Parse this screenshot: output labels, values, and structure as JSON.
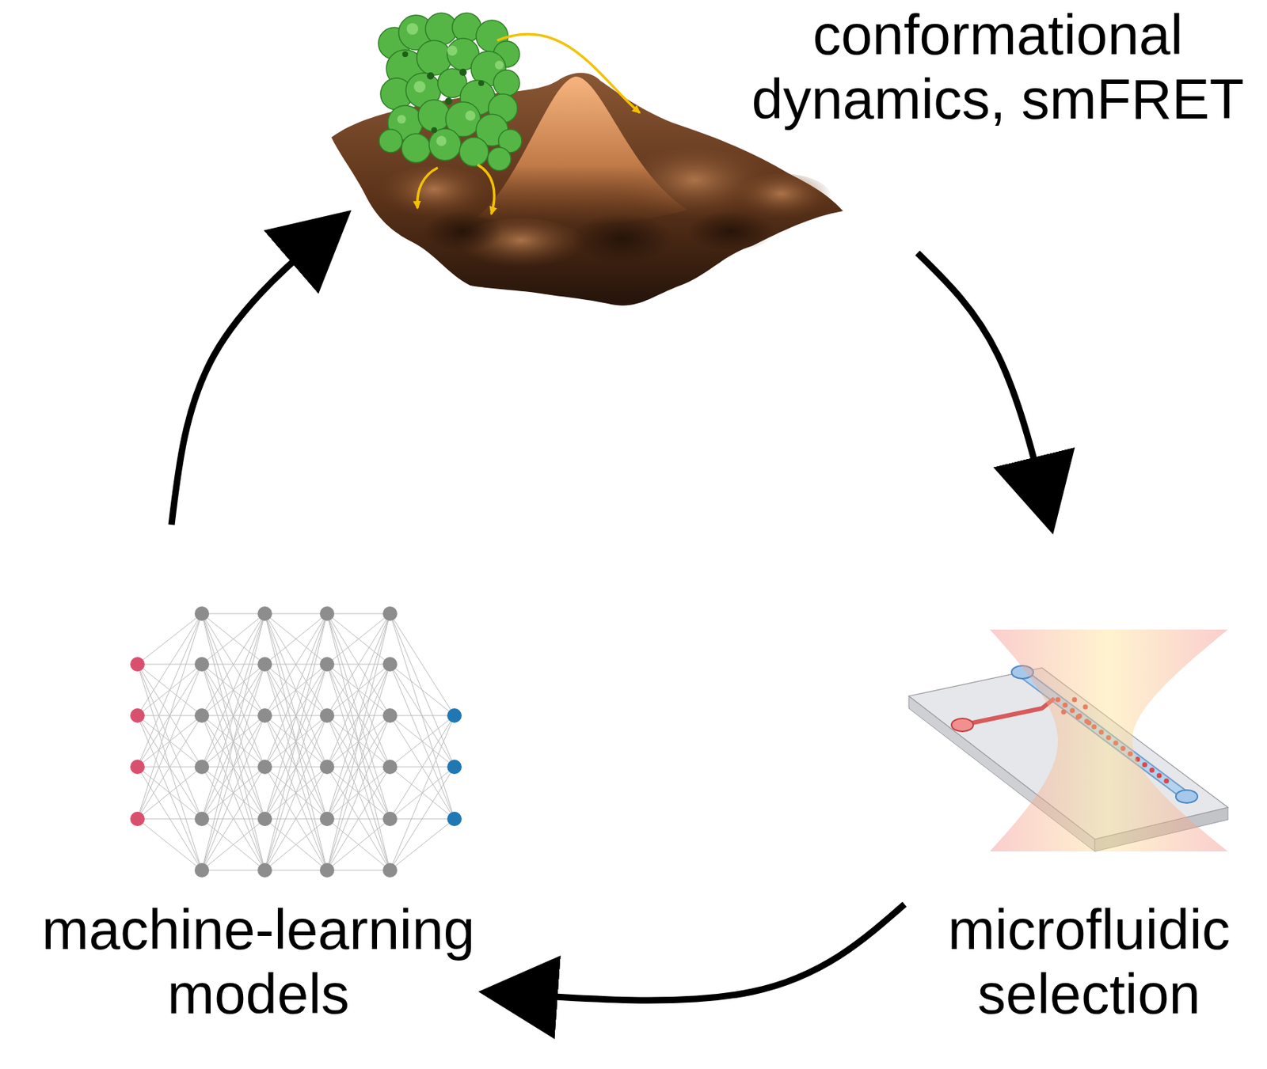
{
  "diagram": {
    "nodes": [
      {
        "text": [
          "conformational dynamics, smFRET"
        ]
      },
      {
        "text": [
          "microfluidic selection"
        ]
      },
      {
        "text": [
          "machine-learning models"
        ]
      }
    ],
    "edges": [
      {
        "from": 0,
        "to": 1,
        "arrow": "to"
      },
      {
        "from": 1,
        "to": 2,
        "arrow": "to"
      },
      {
        "from": 2,
        "to": 0,
        "arrow": "to"
      }
    ]
  }
}
